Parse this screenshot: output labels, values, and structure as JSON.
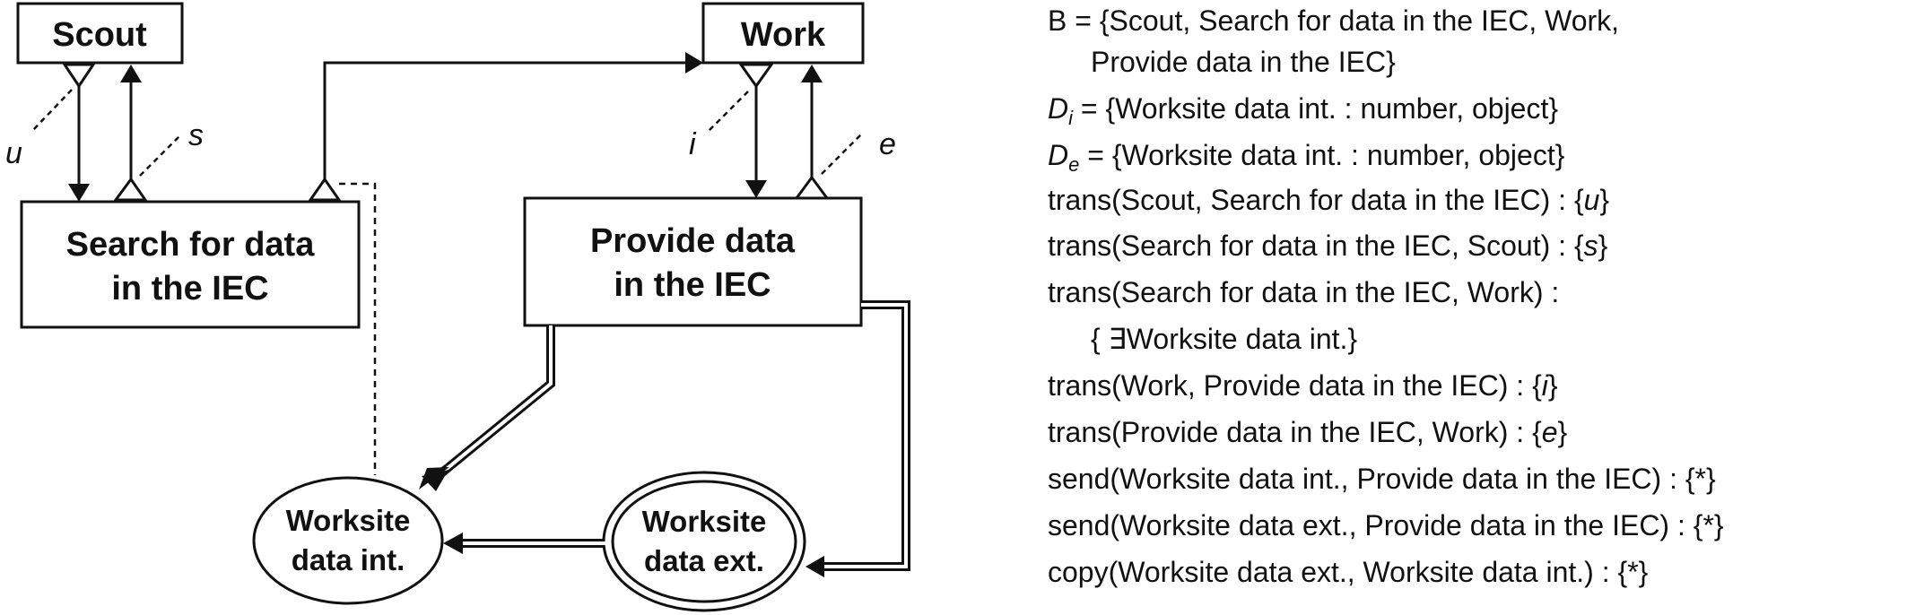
{
  "nodes": {
    "scout": "Scout",
    "work": "Work",
    "search_line1": "Search for data",
    "search_line2": "in the IEC",
    "provide_line1": "Provide data",
    "provide_line2": "in the IEC",
    "ws_int_line1": "Worksite",
    "ws_int_line2": "data int.",
    "ws_ext_line1": "Worksite",
    "ws_ext_line2": "data ext."
  },
  "transition_labels": {
    "u": "u",
    "s": "s",
    "i": "i",
    "e": "e"
  },
  "formulas": {
    "b_line1": "B = {Scout, Search for data in the IEC, Work,",
    "b_line2": "Provide data in the IEC}",
    "di_letter": "D",
    "di_sub": "i",
    "di_rest": " = {Worksite data int. : number, object}",
    "de_letter": "D",
    "de_sub": "e",
    "de_rest": " = {Worksite data int. : number, object}",
    "t1_pre": "trans(Scout, Search for data in the IEC) : {",
    "t1_var": "u",
    "t2_pre": "trans(Search for data in the IEC, Scout) : {",
    "t2_var": "s",
    "t3": "trans(Search for data in the IEC, Work) :",
    "t3_cont": "{ ∃Worksite data int.}",
    "t4_pre": "trans(Work, Provide data in the IEC) : {",
    "t4_var": "i",
    "t5_pre": "trans(Provide data in the IEC, Work) : {",
    "t5_var": "e",
    "close": "}",
    "send1": "send(Worksite data int., Provide data in the IEC) : {*}",
    "send2": "send(Worksite data ext., Provide data in the IEC) : {*}",
    "copy": "copy(Worksite data ext., Worksite data int.) : {*}"
  }
}
